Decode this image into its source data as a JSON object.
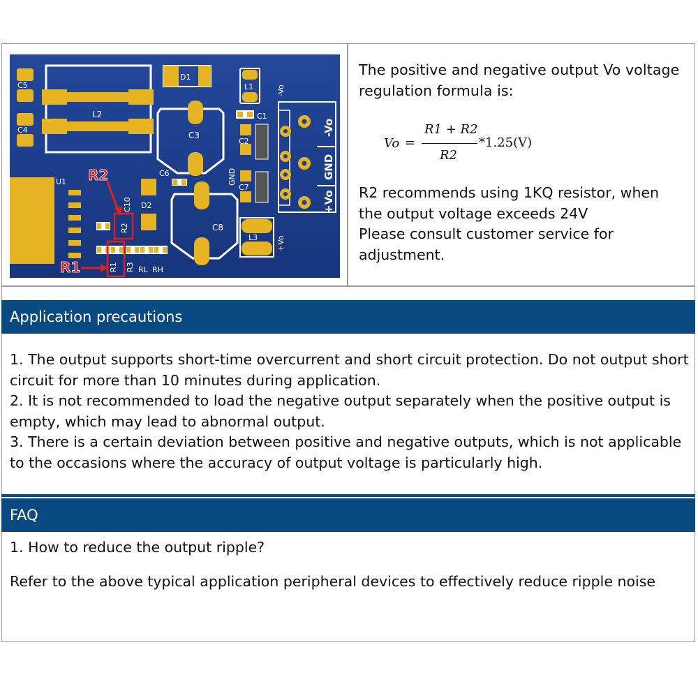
{
  "formula_intro": "The positive and negative output Vo voltage regulation formula is:",
  "formula": {
    "lhs": "Vo",
    "equals": "=",
    "numerator": "R1 + R2",
    "denominator": "R2",
    "multiplier": "*1.25(V)"
  },
  "r2_note": "R2 recommends using 1KQ resistor, when the output voltage exceeds 24V",
  "consult_note": "Please consult customer service for adjustment.",
  "pcb": {
    "labels": {
      "c5": "C5",
      "c4": "C4",
      "l2": "L2",
      "d1": "D1",
      "l1": "L1",
      "c1": "C1",
      "c2": "C2",
      "c3": "C3",
      "c6": "C6",
      "c7": "C7",
      "c8": "C8",
      "c10": "C10",
      "d2": "D2",
      "l3": "L3",
      "u1": "U1",
      "r2": "R2",
      "r1": "R1",
      "r3": "R3",
      "rl": "RL",
      "rh": "RH",
      "gnd_small": "GND",
      "vo_neg_small": "-Vo",
      "vo_pos_small": "+Vo",
      "term_neg": "-Vo",
      "term_gnd": "GND",
      "term_pos": "+Vo",
      "callout_r2": "R2",
      "callout_r1": "R1"
    },
    "colors": {
      "board": "#1c3e8c",
      "copper": "#e6b422",
      "silk": "#ffffff",
      "callout": "#e02020"
    }
  },
  "sections": {
    "precautions_title": "Application precautions",
    "precautions": [
      "1. The output supports short-time overcurrent and short circuit protection. Do not output short circuit for more than 10 minutes during application.",
      "2. It is not recommended to load the negative output separately when the positive output is empty, which may lead to abnormal output.",
      "3. There is a certain deviation between positive and negative outputs, which is not applicable to the occasions where the accuracy of output voltage is particularly high."
    ],
    "faq_title": "FAQ",
    "faq_question": "1. How to reduce the output ripple?",
    "faq_answer": "Refer to the above typical application peripheral devices to effectively reduce ripple noise"
  },
  "colors": {
    "section_bar": "#0a4a82",
    "border": "#9a9a9a"
  }
}
